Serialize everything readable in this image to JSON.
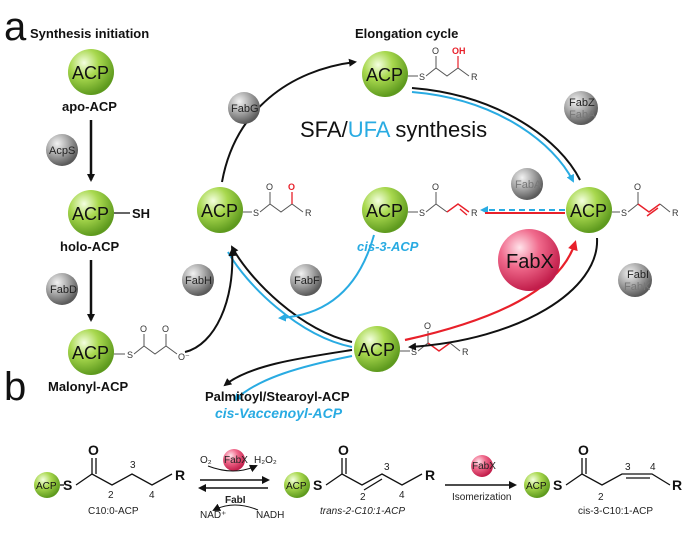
{
  "panel_labels": {
    "a": "a",
    "b": "b"
  },
  "titles": {
    "initiation": "Synthesis initiation",
    "elongation": "Elongation cycle",
    "sfa": "SFA/",
    "ufa": "UFA",
    "synthesis": " synthesis"
  },
  "nodes": {
    "acp": "ACP",
    "apo": "apo-ACP",
    "holo": "holo-ACP",
    "malonyl": "Malonyl-ACP",
    "sh": "SH",
    "cis3": "cis-3-ACP",
    "palm": "Palmitoyl/Stearoyl-ACP",
    "vacc": "cis-Vaccenoyl-ACP"
  },
  "enzymes": {
    "acps": "AcpS",
    "fabd": "FabD",
    "fabg": "FabG",
    "fabz": "FabZ",
    "faba": "FabA",
    "fabh": "FabH",
    "fabf": "FabF",
    "fabx": "FabX",
    "fabi": "FabI",
    "fabk": "FabK"
  },
  "atoms": {
    "S": "S",
    "O": "O",
    "OH": "OH",
    "R": "R",
    "Ominus": "O⁻"
  },
  "panel_b": {
    "c10_label": "C10:0-ACP",
    "trans_label": "trans-2-C10:1-ACP",
    "cis_label": "cis-3-C10:1-ACP",
    "o2": "O₂",
    "h2o2": "H₂O₂",
    "fabx": "FabX",
    "fabi": "FabI",
    "nad": "NAD⁺",
    "nadh": "NADH",
    "isomerization": "Isomerization",
    "n2": "2",
    "n3": "3",
    "n4": "4"
  },
  "colors": {
    "acp_green": "#8cc63f",
    "fabx_pink": "#e84a6f",
    "enzyme_gray": "#8a8a8a",
    "blue": "#29abe2",
    "red": "#e8202a"
  }
}
